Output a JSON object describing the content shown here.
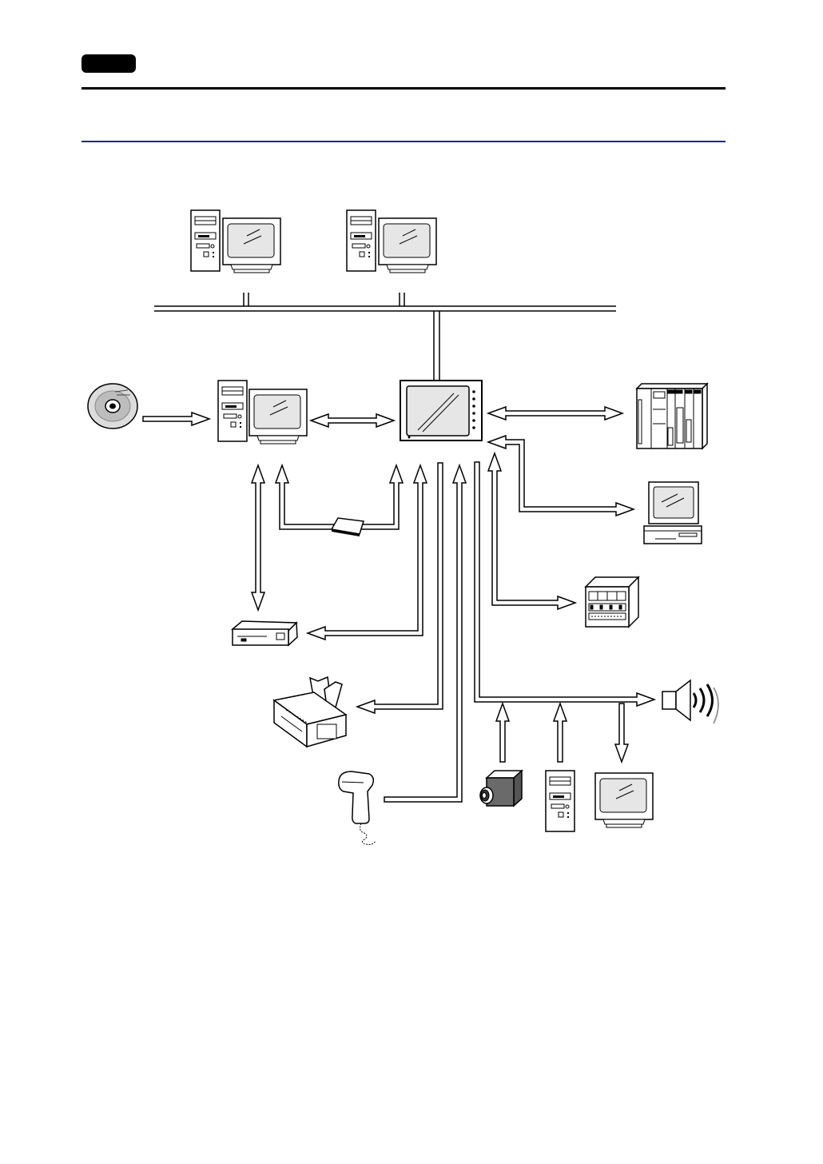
{
  "header": {
    "badge_label": ""
  },
  "colors": {
    "rule": "#000000",
    "section_rule": "#1f2a8a",
    "line": "#000000",
    "screen": "#e6e6e6"
  },
  "diagram": {
    "nodes": [
      {
        "name": "network-pc-1",
        "icon": "desktop-pc-icon"
      },
      {
        "name": "network-pc-2",
        "icon": "desktop-pc-icon"
      },
      {
        "name": "cd-rom",
        "icon": "cd-rom-icon"
      },
      {
        "name": "editor-pc",
        "icon": "desktop-pc-icon"
      },
      {
        "name": "touch-panel",
        "icon": "touch-panel-icon"
      },
      {
        "name": "plc",
        "icon": "plc-rack-icon"
      },
      {
        "name": "computer-terminal",
        "icon": "computer-terminal-icon"
      },
      {
        "name": "memory-card",
        "icon": "memory-card-icon"
      },
      {
        "name": "card-recorder",
        "icon": "card-recorder-icon"
      },
      {
        "name": "temperature-controller",
        "icon": "temperature-controller-icon"
      },
      {
        "name": "printer",
        "icon": "printer-icon"
      },
      {
        "name": "speaker",
        "icon": "speaker-icon"
      },
      {
        "name": "barcode-reader",
        "icon": "barcode-reader-icon"
      },
      {
        "name": "video-camera",
        "icon": "video-camera-icon"
      },
      {
        "name": "rgb-pc",
        "icon": "tower-pc-icon"
      },
      {
        "name": "external-monitor",
        "icon": "monitor-icon"
      }
    ]
  }
}
